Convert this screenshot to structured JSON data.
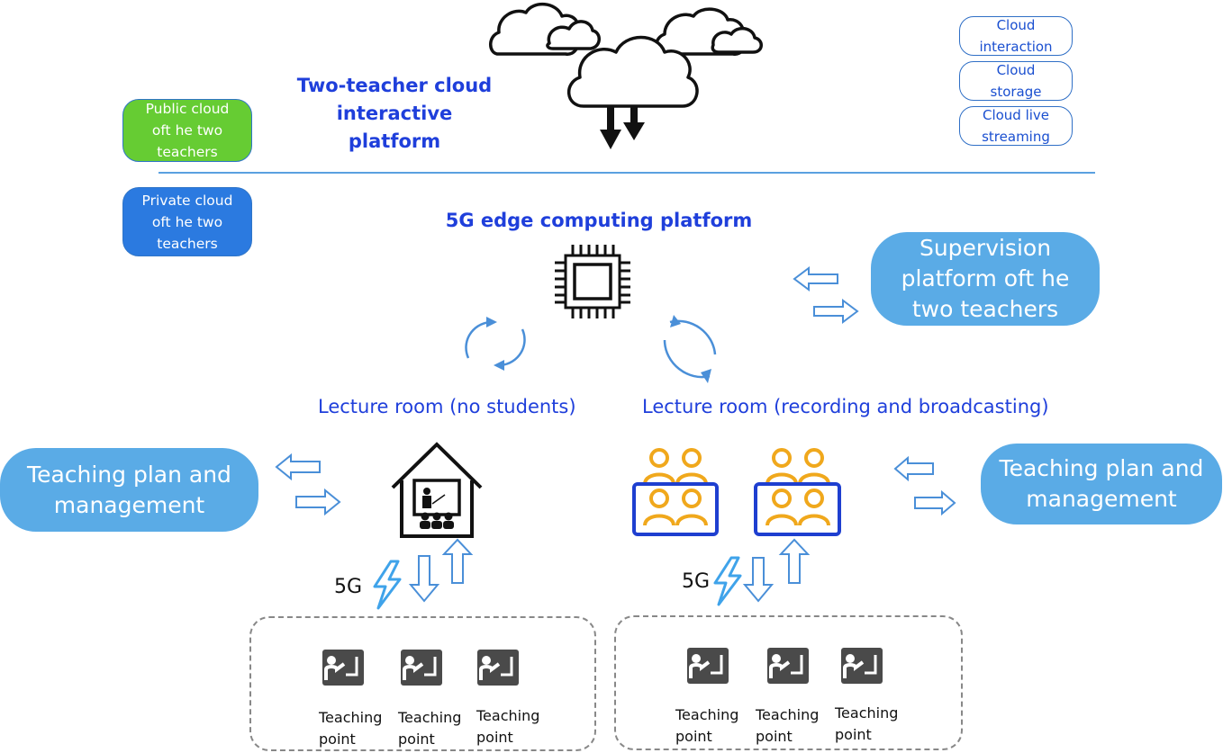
{
  "header": {
    "platform_title": "Two-teacher cloud interactive platform",
    "platform_title_lines": [
      "Two-teacher cloud",
      "interactive",
      "platform"
    ]
  },
  "cloud_services": [
    {
      "label": "Cloud interaction",
      "lines": [
        "Cloud",
        "interaction"
      ]
    },
    {
      "label": "Cloud storage",
      "lines": [
        "Cloud",
        "storage"
      ]
    },
    {
      "label": "Cloud live streaming",
      "lines": [
        "Cloud live",
        "streaming"
      ]
    }
  ],
  "clouds": {
    "public": {
      "label": "Public cloud oft he two teachers",
      "lines": [
        "Public cloud",
        "oft he two",
        "teachers"
      ],
      "color": "#66cc33"
    },
    "private": {
      "label": "Private cloud oft he two teachers",
      "lines": [
        "Private cloud",
        "oft he two",
        "teachers"
      ],
      "color": "#2b7ae0"
    }
  },
  "edge": {
    "title": "5G edge computing platform"
  },
  "supervision": {
    "label": "Supervision platform oft he two teachers",
    "lines": [
      "Supervision",
      "platform oft he",
      "two teachers"
    ]
  },
  "rooms": {
    "left": {
      "label": "Lecture room (no students)"
    },
    "right": {
      "label": "Lecture room (recording and broadcasting)"
    }
  },
  "teaching_plan": {
    "left": {
      "lines": [
        "Teaching plan and",
        "management"
      ]
    },
    "right": {
      "lines": [
        "Teaching plan and",
        "management"
      ]
    }
  },
  "network": {
    "label_left": "5G",
    "label_right": "5G"
  },
  "teaching_points": {
    "left": [
      {
        "lines": [
          "Teaching",
          "point"
        ]
      },
      {
        "lines": [
          "Teaching",
          "point"
        ]
      },
      {
        "lines": [
          "Teaching",
          "point"
        ]
      }
    ],
    "right": [
      {
        "lines": [
          "Teaching",
          "point"
        ]
      },
      {
        "lines": [
          "Teaching",
          "point"
        ]
      },
      {
        "lines": [
          "Teaching",
          "point"
        ]
      }
    ]
  },
  "colors": {
    "accent_blue": "#1f3fdb",
    "pill_blue": "#5aabe6",
    "arrow_blue": "#4a8fd8",
    "bolt_blue": "#3fa3ea",
    "student_orange": "#f0a81c",
    "classroom_frame": "#1e3fd0"
  },
  "icons": [
    "cloud-icon",
    "chip-icon",
    "sync-icon",
    "house-classroom-icon",
    "students-icon",
    "lightning-icon",
    "teaching-point-icon",
    "double-arrow-icon"
  ]
}
